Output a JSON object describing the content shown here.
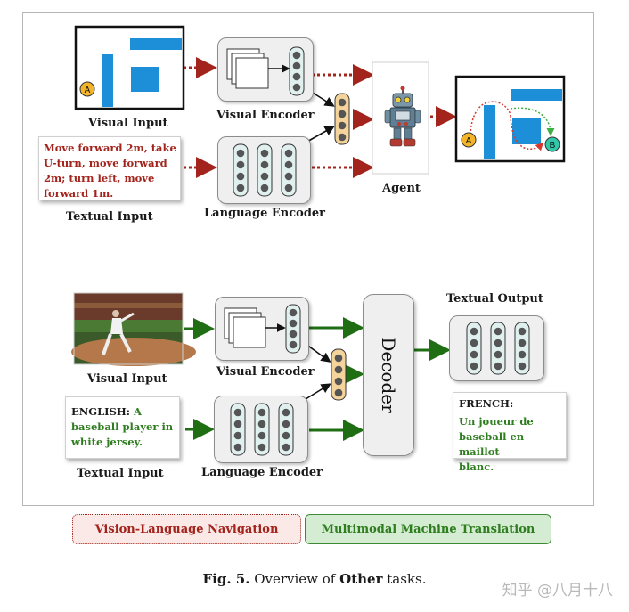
{
  "vln": {
    "visual_input_label": "Visual Input",
    "visual_encoder_label": "Visual Encoder",
    "textual_input_label": "Textual Input",
    "language_encoder_label": "Language Encoder",
    "agent_label": "Agent",
    "instruction_lines": [
      "Move forward 2m, take",
      "U-turn, move forward",
      "2m; turn left, move",
      "forward 1m."
    ],
    "marker_start": "A",
    "marker_goal": "B"
  },
  "mmt": {
    "visual_input_label": "Visual Input",
    "visual_encoder_label": "Visual Encoder",
    "textual_input_label": "Textual Input",
    "language_encoder_label": "Language Encoder",
    "decoder_label": "Decoder",
    "textual_output_label": "Textual Output",
    "source_lang": "ENGLISH:",
    "source_lines": [
      "A",
      "baseball player in",
      "white jersey."
    ],
    "target_lang": "FRENCH:",
    "target_lines": [
      "Un joueur de",
      "baseball en maillot",
      "blanc."
    ]
  },
  "legend": {
    "vln": "Vision-Language Navigation",
    "mmt": "Multimodal Machine Translation"
  },
  "caption": {
    "fig": "Fig. 5.",
    "pre": " Overview of ",
    "bold": "Other",
    "post": " tasks."
  },
  "watermark": "知乎 @八月十八",
  "colors": {
    "vln_text": "#a3241c",
    "vln_arrow": "#a3241c",
    "mmt_text": "#2e7d1f",
    "mmt_arrow": "#1f6e14",
    "map_blue": "#1c8fd8",
    "marker_a": "#f2b52a",
    "marker_b": "#32c7a8",
    "fusion_fill": "#f5d49b",
    "legend_vln_bg": "#fbe9e7",
    "legend_mmt_bg": "#d4ecd2"
  }
}
